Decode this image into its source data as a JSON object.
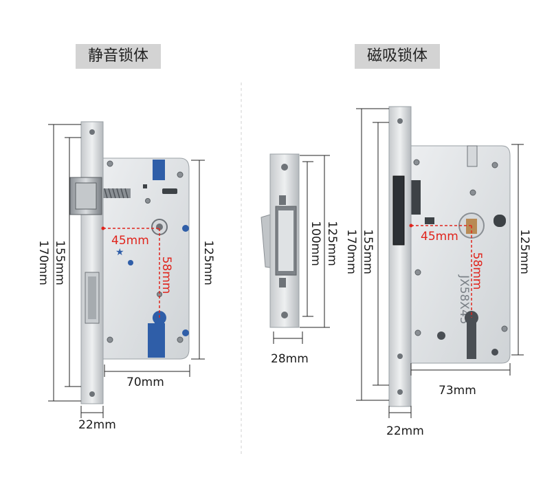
{
  "left_lock": {
    "title": "静音锁体",
    "dims": {
      "total_height": "170mm",
      "faceplate_height": "155mm",
      "case_height": "125mm",
      "backset": "45mm",
      "center_distance": "58mm",
      "case_width": "70mm",
      "faceplate_width": "22mm"
    }
  },
  "strike_plate": {
    "dims": {
      "plate_height": "125mm",
      "inner_height": "100mm",
      "width": "28mm"
    }
  },
  "right_lock": {
    "title": "磁吸锁体",
    "model_stamp": "JX58X45",
    "dims": {
      "total_height": "170mm",
      "faceplate_height": "155mm",
      "case_height": "125mm",
      "backset": "45mm",
      "center_distance": "58mm",
      "case_width": "73mm",
      "faceplate_width": "22mm"
    }
  },
  "colors": {
    "metal_light": "#e4e6e8",
    "metal_mid": "#b9bdc1",
    "metal_dark": "#6e7378",
    "hole_blue": "#2f5ea8",
    "dim_red": "#e0241c",
    "badge_gray": "#d3d3d3"
  }
}
